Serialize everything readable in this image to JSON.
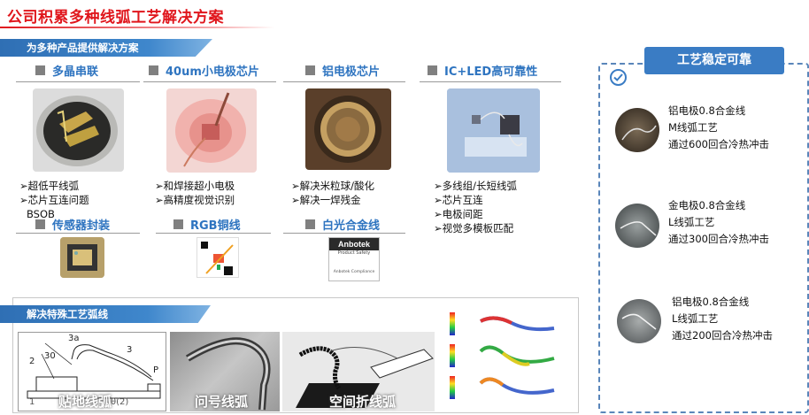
{
  "title": "公司积累多种线弧工艺解决方案",
  "section1": {
    "ribbon": "为多种产品提供解决方案",
    "categories": [
      {
        "name": "多晶串联",
        "bullets": [
          "➢超低平线弧",
          "➢芯片互连问题"
        ],
        "extra": "BSOB"
      },
      {
        "name": "40um小电极芯片",
        "bullets": [
          "➢和焊接超小电极",
          "➢高精度视觉识别"
        ]
      },
      {
        "name": "铝电极芯片",
        "bullets": [
          "➢解决米粒球/酸化",
          "➢解决一焊残金"
        ]
      },
      {
        "name": "IC+LED高可靠性",
        "bullets": [
          "➢多线组/长短线弧",
          "➢芯片互连",
          "➢电极间距",
          "➢视觉多模板匹配"
        ]
      }
    ],
    "row2": [
      {
        "name": "传感器封装"
      },
      {
        "name": "RGB铜线"
      },
      {
        "name": "白光合金线",
        "logo": "Anbotek",
        "logo_sub": "Product Safety",
        "logo_foot": "Anbotek Compliance"
      }
    ]
  },
  "section2": {
    "ribbon": "解决特殊工艺弧线",
    "captions": [
      "贴地线弧",
      "问号线弧",
      "空间折线弧"
    ],
    "diagram_labels": [
      "3a",
      "30",
      "2",
      "3",
      "P",
      "1",
      "θ(2)"
    ]
  },
  "side": {
    "header": "工艺稳定可靠",
    "items": [
      {
        "lines": [
          "铝电极0.8合金线",
          "M线弧工艺",
          "通过600回合冷热冲击"
        ]
      },
      {
        "lines": [
          "金电极0.8合金线",
          "L线弧工艺",
          "通过300回合冷热冲击"
        ]
      },
      {
        "lines": [
          "铝电极0.8合金线",
          "L线弧工艺",
          "通过200回合冷热冲击"
        ]
      }
    ]
  },
  "colors": {
    "title_red": "#e0161c",
    "accent_blue": "#3a7cc4",
    "category_blue": "#2e74c0"
  }
}
